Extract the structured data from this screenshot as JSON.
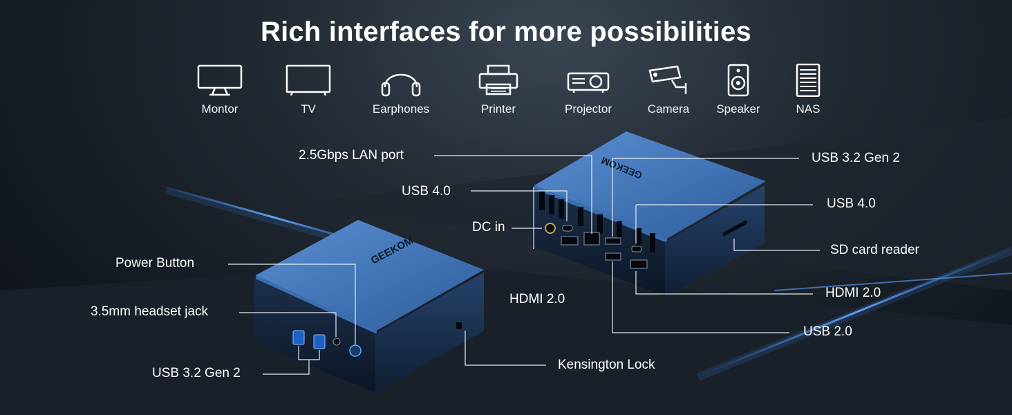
{
  "title": "Rich interfaces for more possibilities",
  "devices": [
    {
      "label": "Montor",
      "icon": "monitor-icon"
    },
    {
      "label": "TV",
      "icon": "tv-icon"
    },
    {
      "label": "Earphones",
      "icon": "headphones-icon"
    },
    {
      "label": "Printer",
      "icon": "printer-icon"
    },
    {
      "label": "Projector",
      "icon": "projector-icon"
    },
    {
      "label": "Camera",
      "icon": "camera-icon"
    },
    {
      "label": "Speaker",
      "icon": "speaker-icon"
    },
    {
      "label": "NAS",
      "icon": "nas-icon"
    }
  ],
  "brand": "GEEKOM",
  "callouts": {
    "lan": "2.5Gbps LAN port",
    "usb4_left": "USB 4.0",
    "dc_in": "DC in",
    "hdmi_left": "HDMI 2.0",
    "usb32_right": "USB 3.2 Gen 2",
    "usb4_right": "USB 4.0",
    "sd_card": "SD card reader",
    "hdmi_right": "HDMI 2.0",
    "usb2": "USB 2.0",
    "power": "Power Button",
    "headset": "3.5mm headset jack",
    "usb32_front": "USB 3.2 Gen 2",
    "kensington": "Kensington Lock"
  },
  "colors": {
    "accent": "#2e7fe0",
    "device": "#2d5a93",
    "background": "#1b222b"
  }
}
